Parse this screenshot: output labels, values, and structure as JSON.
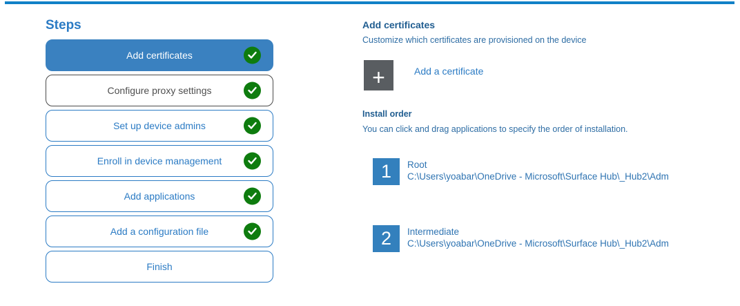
{
  "colors": {
    "accent_blue": "#2b7bc4",
    "selected_step_bg": "#3a81c0",
    "top_bar_blue": "#1181c7",
    "check_green": "#0e7c0e",
    "heading_blue": "#205d90",
    "body_blue": "#2e6da4",
    "tile_gray": "#595d61",
    "order_tile_blue": "#3380bd"
  },
  "sidebar": {
    "title": "Steps",
    "steps": [
      {
        "label": "Add certificates",
        "completed": true,
        "selected": true,
        "state": "selected"
      },
      {
        "label": "Configure proxy settings",
        "completed": true,
        "selected": false,
        "state": "hovered"
      },
      {
        "label": "Set up device admins",
        "completed": true,
        "selected": false,
        "state": "default"
      },
      {
        "label": "Enroll in device management",
        "completed": true,
        "selected": false,
        "state": "default"
      },
      {
        "label": "Add applications",
        "completed": true,
        "selected": false,
        "state": "default"
      },
      {
        "label": "Add a configuration file",
        "completed": true,
        "selected": false,
        "state": "default"
      },
      {
        "label": "Finish",
        "completed": false,
        "selected": false,
        "state": "default"
      }
    ]
  },
  "main": {
    "title": "Add certificates",
    "subtitle": "Customize which certificates are provisioned on the device",
    "add_button": {
      "icon": "plus-icon",
      "glyph": "+",
      "label": "Add a certificate"
    },
    "install_order": {
      "title": "Install order",
      "description": "You can click and drag applications to specify the order of installation.",
      "items": [
        {
          "order": "1",
          "name": "Root",
          "path": "C:\\Users\\yoabar\\OneDrive - Microsoft\\Surface Hub\\_Hub2\\Adm"
        },
        {
          "order": "2",
          "name": "Intermediate",
          "path": "C:\\Users\\yoabar\\OneDrive - Microsoft\\Surface Hub\\_Hub2\\Adm"
        }
      ]
    }
  }
}
